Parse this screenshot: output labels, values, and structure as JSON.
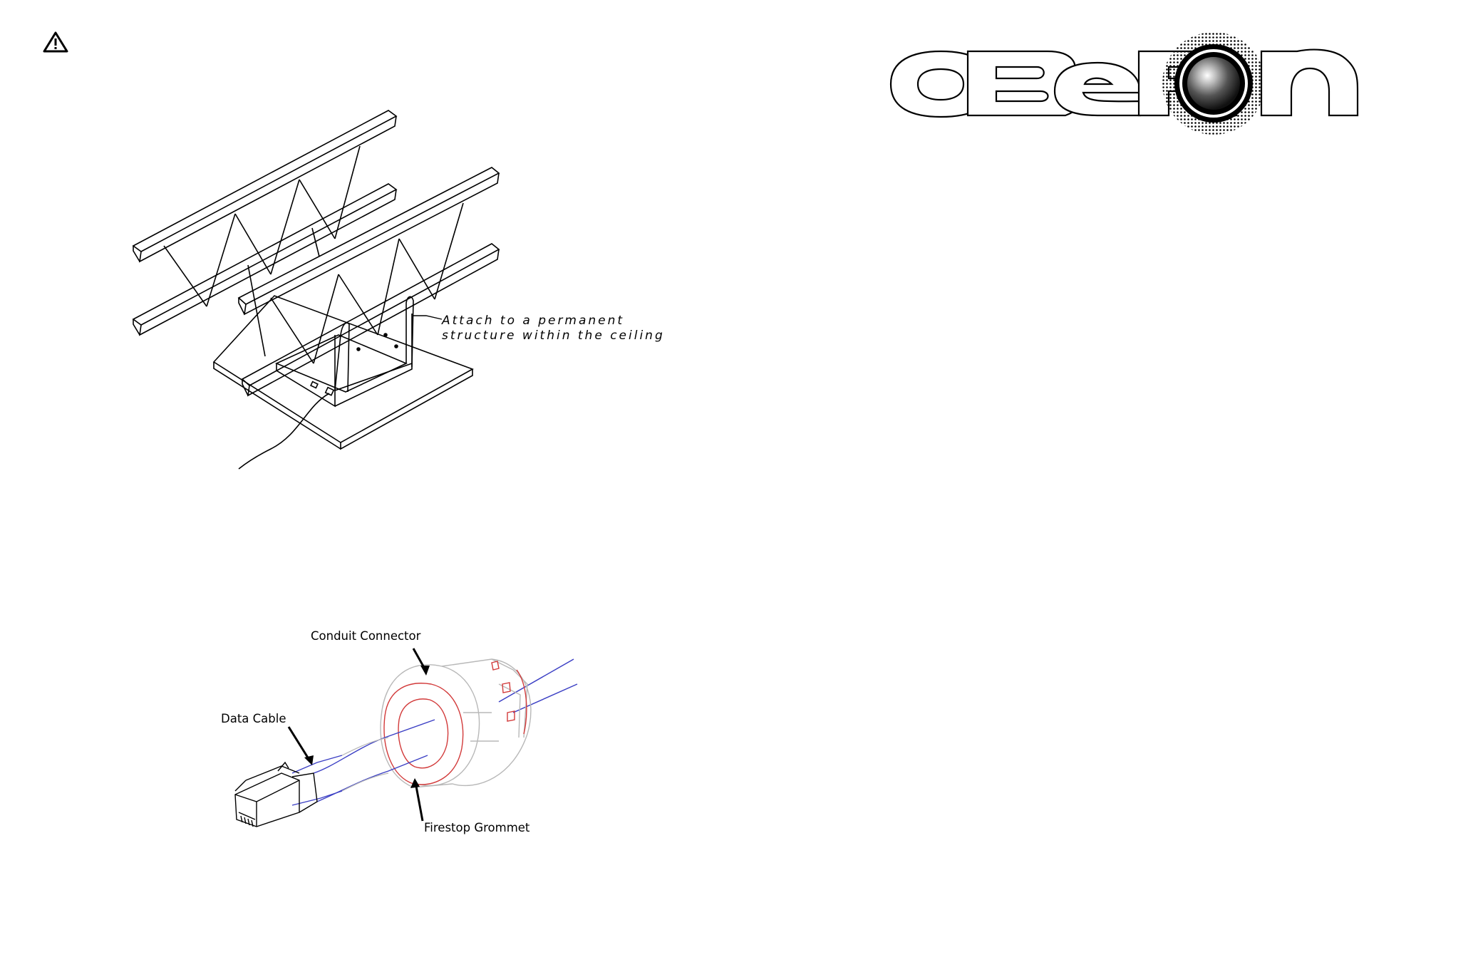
{
  "left_page": {
    "warning_icon": "warning-triangle-icon",
    "mounting_figure": {
      "callout_line1": "Attach to a permanent",
      "callout_line2": "structure within the ceiling"
    },
    "conduit_figure": {
      "label_conduit": "Conduit Connector",
      "label_cable": "Data Cable",
      "label_grommet": "Firestop Grommet",
      "accent_red": "#d23a3a",
      "accent_blue": "#3b3fc4"
    }
  },
  "right_page": {
    "logo": "OBERON"
  }
}
